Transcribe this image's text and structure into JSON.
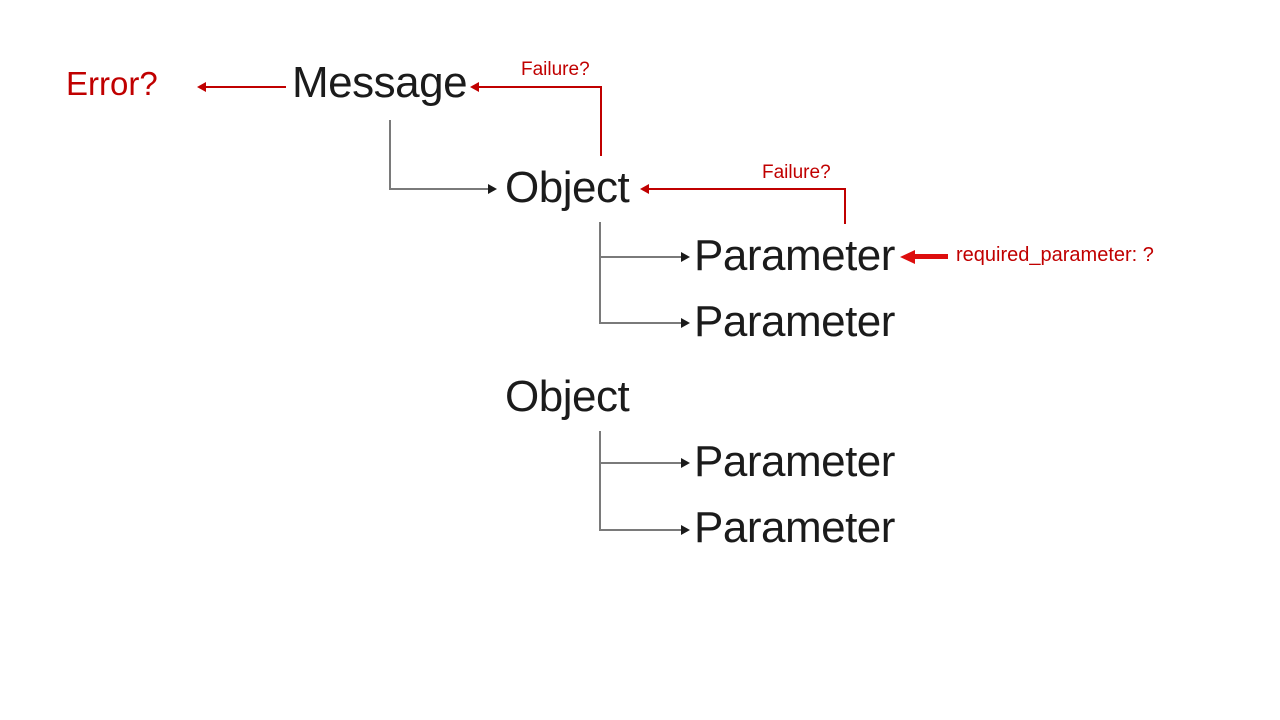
{
  "slide": {
    "background": "#ffffff",
    "palette": {
      "node_text": "#1b1b1b",
      "connector_line": "#7a7a7a",
      "connector_arrowhead": "#1a1a1a",
      "annotation_red": "#c00000",
      "bold_arrow_red": "#dd0e0e"
    },
    "nodes": {
      "message": {
        "label": "Message"
      },
      "object_1": {
        "label": "Object"
      },
      "parameter_1": {
        "label": "Parameter"
      },
      "parameter_2": {
        "label": "Parameter"
      },
      "object_2": {
        "label": "Object"
      },
      "parameter_3": {
        "label": "Parameter"
      },
      "parameter_4": {
        "label": "Parameter"
      }
    },
    "annotations": {
      "error": {
        "label": "Error?"
      },
      "failure_message": {
        "label": "Failure?"
      },
      "failure_object": {
        "label": "Failure?"
      },
      "required_parameter": {
        "label": "required_parameter: ?"
      }
    }
  }
}
